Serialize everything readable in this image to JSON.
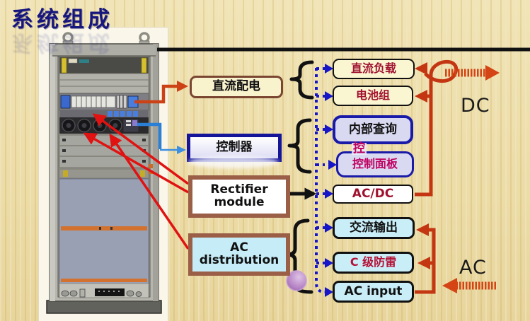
{
  "title": "系统组成",
  "boxes": {
    "dc_distribution": {
      "label": "直流配电"
    },
    "controller": {
      "label": "控制器"
    },
    "rectifier": {
      "label_line1": "Rectifier",
      "label_line2": "module"
    },
    "ac_distribution": {
      "label_line1": "AC",
      "label_line2": "distribution"
    },
    "dc_load": {
      "label": "直流负载"
    },
    "battery": {
      "label": "电池组"
    },
    "internal_query": {
      "label": "内部查询"
    },
    "control_panel": {
      "label": "控制面板",
      "ghost_text": "控"
    },
    "acdc": {
      "label": "AC/DC"
    },
    "ac_output": {
      "label": "交流输出"
    },
    "c_class_spd": {
      "label": "C 级防雷"
    },
    "ac_input": {
      "label": "AC input"
    }
  },
  "flow_labels": {
    "dc": "DC",
    "ac": "AC"
  },
  "colors": {
    "background": "#eee0ae",
    "title_navy": "#16167e",
    "brown_border": "#9a5f46",
    "blue_border": "#1a1aa8",
    "cream_fill": "#fbf6d2",
    "lavender_fill": "#d9d9f2",
    "cyan_fill": "#c9eef8",
    "crimson_text": "#a01230",
    "magenta_text": "#c00060",
    "orange_red_connector": "#c43612",
    "red_pointer": "#e01212",
    "blue_connector": "#2b7fd4",
    "dotted_bus_blue": "#1616c8"
  }
}
